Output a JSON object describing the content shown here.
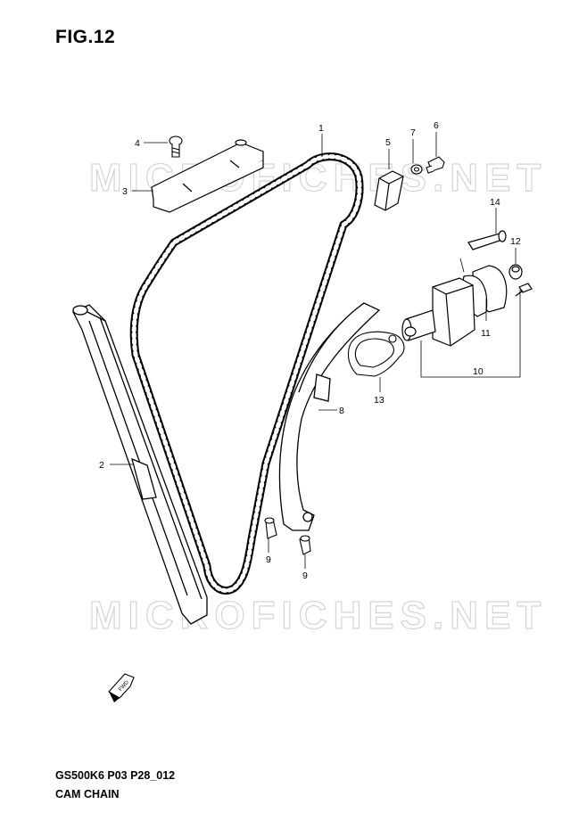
{
  "figure": {
    "title": "FIG.12",
    "code": "GS500K6 P03 P28_012",
    "name": "CAM CHAIN",
    "watermark": "MICROFICHES.NET",
    "fwd_label": "FWD"
  },
  "callouts": {
    "c1": "1",
    "c2": "2",
    "c3": "3",
    "c4": "4",
    "c5": "5",
    "c6": "6",
    "c7": "7",
    "c8": "8",
    "c9a": "9",
    "c9b": "9",
    "c10": "10",
    "c11": "11",
    "c12": "12",
    "c13": "13",
    "c14": "14"
  }
}
